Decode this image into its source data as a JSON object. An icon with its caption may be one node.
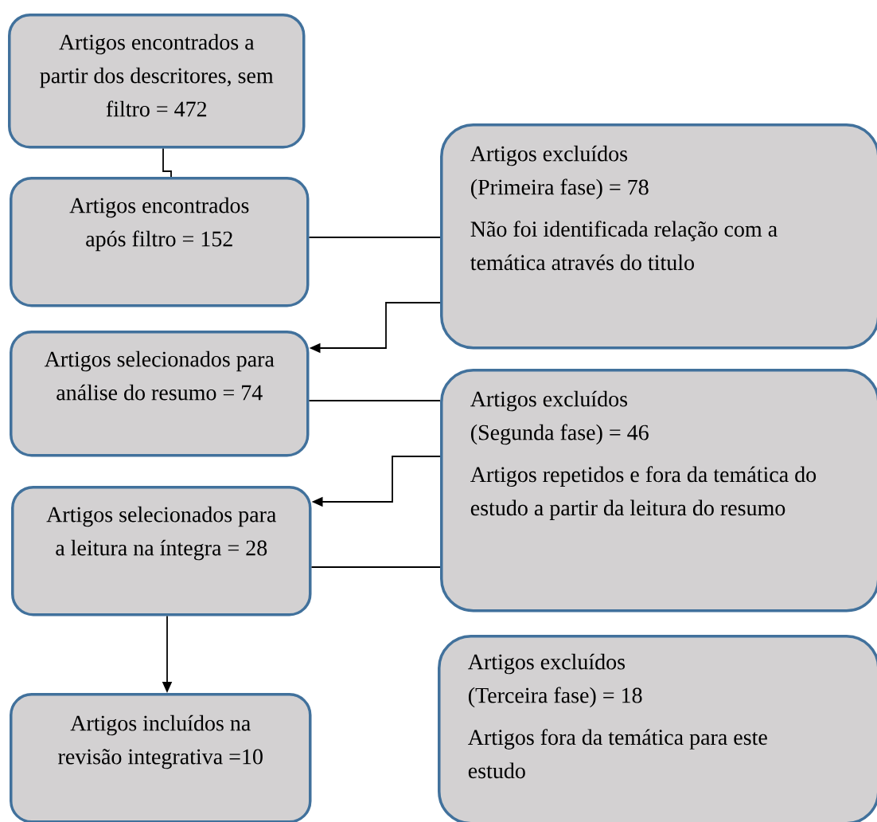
{
  "diagram": {
    "nodes": [
      {
        "text": [
          "Artigos encontrados a partir dos descritores, sem filtro = 472"
        ]
      },
      {
        "text": [
          "Artigos encontrados após filtro = 152"
        ]
      },
      {
        "text": [
          "Artigos excluídos (Primeira fase) = 78",
          "Não foi identificada relação com a temática através do titulo"
        ]
      },
      {
        "text": [
          "Artigos selecionados para análise do resumo = 74"
        ]
      },
      {
        "text": [
          "Artigos excluídos (Segunda fase) = 46",
          "Artigos repetidos e fora da temática do estudo a partir da leitura do resumo"
        ]
      },
      {
        "text": [
          "Artigos selecionados para a leitura na íntegra = 28"
        ]
      },
      {
        "text": [
          "Artigos incluídos na revisão integrativa =10"
        ]
      },
      {
        "text": [
          "Artigos excluídos (Terceira fase) = 18",
          "Artigos fora da temática para este estudo"
        ]
      }
    ],
    "edges": [
      {
        "from": 0,
        "to": 1,
        "arrow": "none"
      },
      {
        "from": 1,
        "to": 2,
        "arrow": "none"
      },
      {
        "from": 2,
        "to": 3,
        "arrow": "to"
      },
      {
        "from": 3,
        "to": 4,
        "arrow": "none"
      },
      {
        "from": 4,
        "to": 5,
        "arrow": "to"
      },
      {
        "from": 5,
        "to": 4,
        "arrow": "none"
      },
      {
        "from": 5,
        "to": 6,
        "arrow": "to"
      }
    ]
  }
}
